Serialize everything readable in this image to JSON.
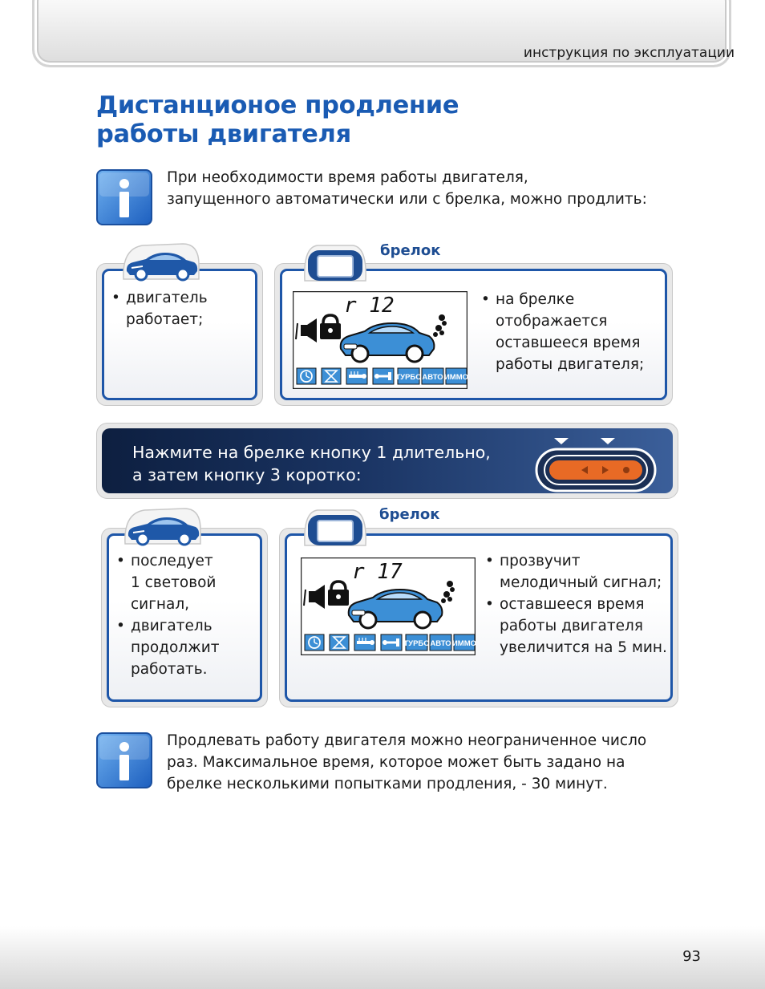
{
  "header": {
    "text": "инструкция по эксплуатации"
  },
  "title": {
    "line1": "Дистанционое продление",
    "line2": "работы двигателя"
  },
  "info1": {
    "line1": "При необходимости время работы двигателя,",
    "line2": "запущенного автоматически или с брелка, можно продлить:"
  },
  "step1": {
    "car_items": [
      "двигатель",
      "работает;"
    ],
    "fob_label": "брелок",
    "lcd_readout": "r 12",
    "lcd_icons": [
      "ТУРБО",
      "АВТО",
      "ИММО"
    ],
    "fob_items": [
      "на брелке",
      "отображается",
      "оставшееся время",
      "работы двигателя;"
    ]
  },
  "banner": {
    "line1": "Нажмите на брелке кнопку 1 длительно,",
    "line2": "а затем кнопку 3 коротко:"
  },
  "step2": {
    "car_items": [
      {
        "l1": "последует",
        "l2": "1 световой",
        "l3": "сигнал,"
      },
      {
        "l1": "двигатель",
        "l2": "продолжит",
        "l3": "работать."
      }
    ],
    "fob_label": "брелок",
    "lcd_readout": "r 17",
    "lcd_icons": [
      "ТУРБО",
      "АВТО",
      "ИММО"
    ],
    "fob_items": [
      {
        "l1": "прозвучит",
        "l2": "мелодичный сигнал;"
      },
      {
        "l1": "оставшееся время",
        "l2": "работы двигателя",
        "l3": "увеличится на 5 мин."
      }
    ]
  },
  "info2": {
    "line1": "Продлевать работу двигателя можно неограниченное число",
    "line2": "раз. Максимальное время, которое может быть задано на",
    "line3": "брелке несколькими попытками продления, - 30 минут."
  },
  "page_number": "93",
  "colors": {
    "title": "#1a5bb3",
    "panel_border": "#1e56a8",
    "fob_label": "#1e4d92",
    "banner_dark": "#0d1f40",
    "lcd_blue": "#3c8fd6",
    "button_orange": "#e86a25"
  }
}
